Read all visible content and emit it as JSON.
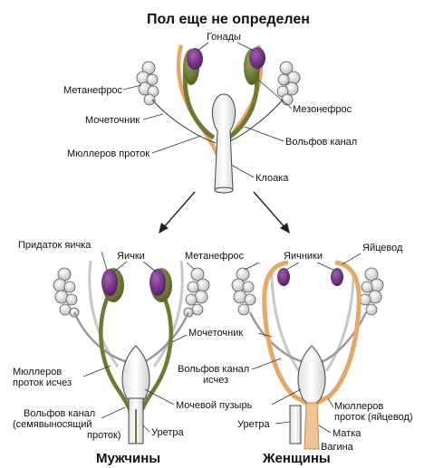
{
  "title": "Пол еще не определен",
  "top": {
    "gonads": "Гонады",
    "metanephros": "Метанефрос",
    "mesonephros": "Мезонефрос",
    "ureter": "Мочеточник",
    "wolffian_duct": "Вольфов канал",
    "mullerian_duct": "Мюллеров проток",
    "cloaca": "Клоака"
  },
  "male": {
    "title": "Мужчины",
    "epididymis": "Придаток яичка",
    "testes": "Яички",
    "mullerian_line1": "Мюллеров",
    "mullerian_line2": "проток исчез",
    "wolffian_line1": "Вольфов канал",
    "wolffian_line2": "(семявыносящий",
    "wolffian_line3": "проток)"
  },
  "center": {
    "metanephros": "Метанефрос",
    "ureter": "Мочеточник",
    "wolffian_line1": "Вольфов канал",
    "wolffian_line2": "исчез",
    "bladder": "Мочевой пузырь",
    "urethra_male": "Уретра"
  },
  "female": {
    "title": "Женщины",
    "ovaries": "Яичники",
    "oviduct": "Яйцевод",
    "mullerian_line1": "Мюллеров",
    "mullerian_line2": "проток (яйцевод)",
    "urethra": "Уретра",
    "uterus": "Матка",
    "vagina": "Вагина"
  },
  "colors": {
    "gonad_purple": "#6b2a7a",
    "olive": "#6e7a35",
    "orange": "#e6a867",
    "kidney_fill": "#f0f0f0",
    "line": "#333333"
  }
}
